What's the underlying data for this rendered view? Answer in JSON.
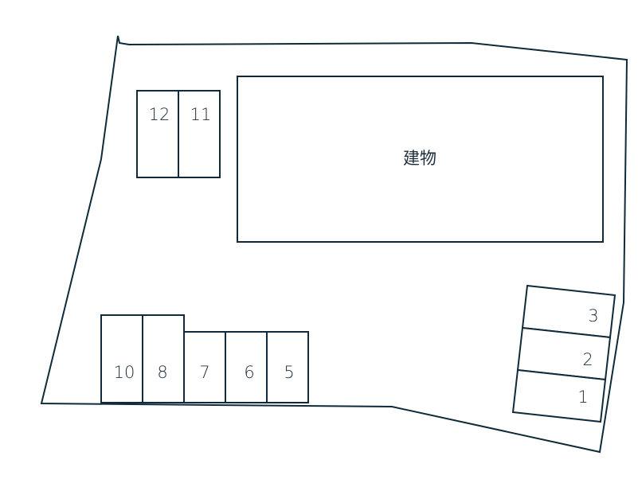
{
  "diagram": {
    "type": "parking_lot_layout",
    "stroke_color": "#0f2a3a",
    "text_color": "#1e2e3a",
    "background": "#ffffff"
  },
  "building": {
    "label": "建物"
  },
  "spaces": [
    {
      "id": "1",
      "label": "1"
    },
    {
      "id": "2",
      "label": "2"
    },
    {
      "id": "3",
      "label": "3"
    },
    {
      "id": "5",
      "label": "5"
    },
    {
      "id": "6",
      "label": "6"
    },
    {
      "id": "7",
      "label": "7"
    },
    {
      "id": "8",
      "label": "8"
    },
    {
      "id": "10",
      "label": "10"
    },
    {
      "id": "11",
      "label": "11"
    },
    {
      "id": "12",
      "label": "12"
    }
  ]
}
